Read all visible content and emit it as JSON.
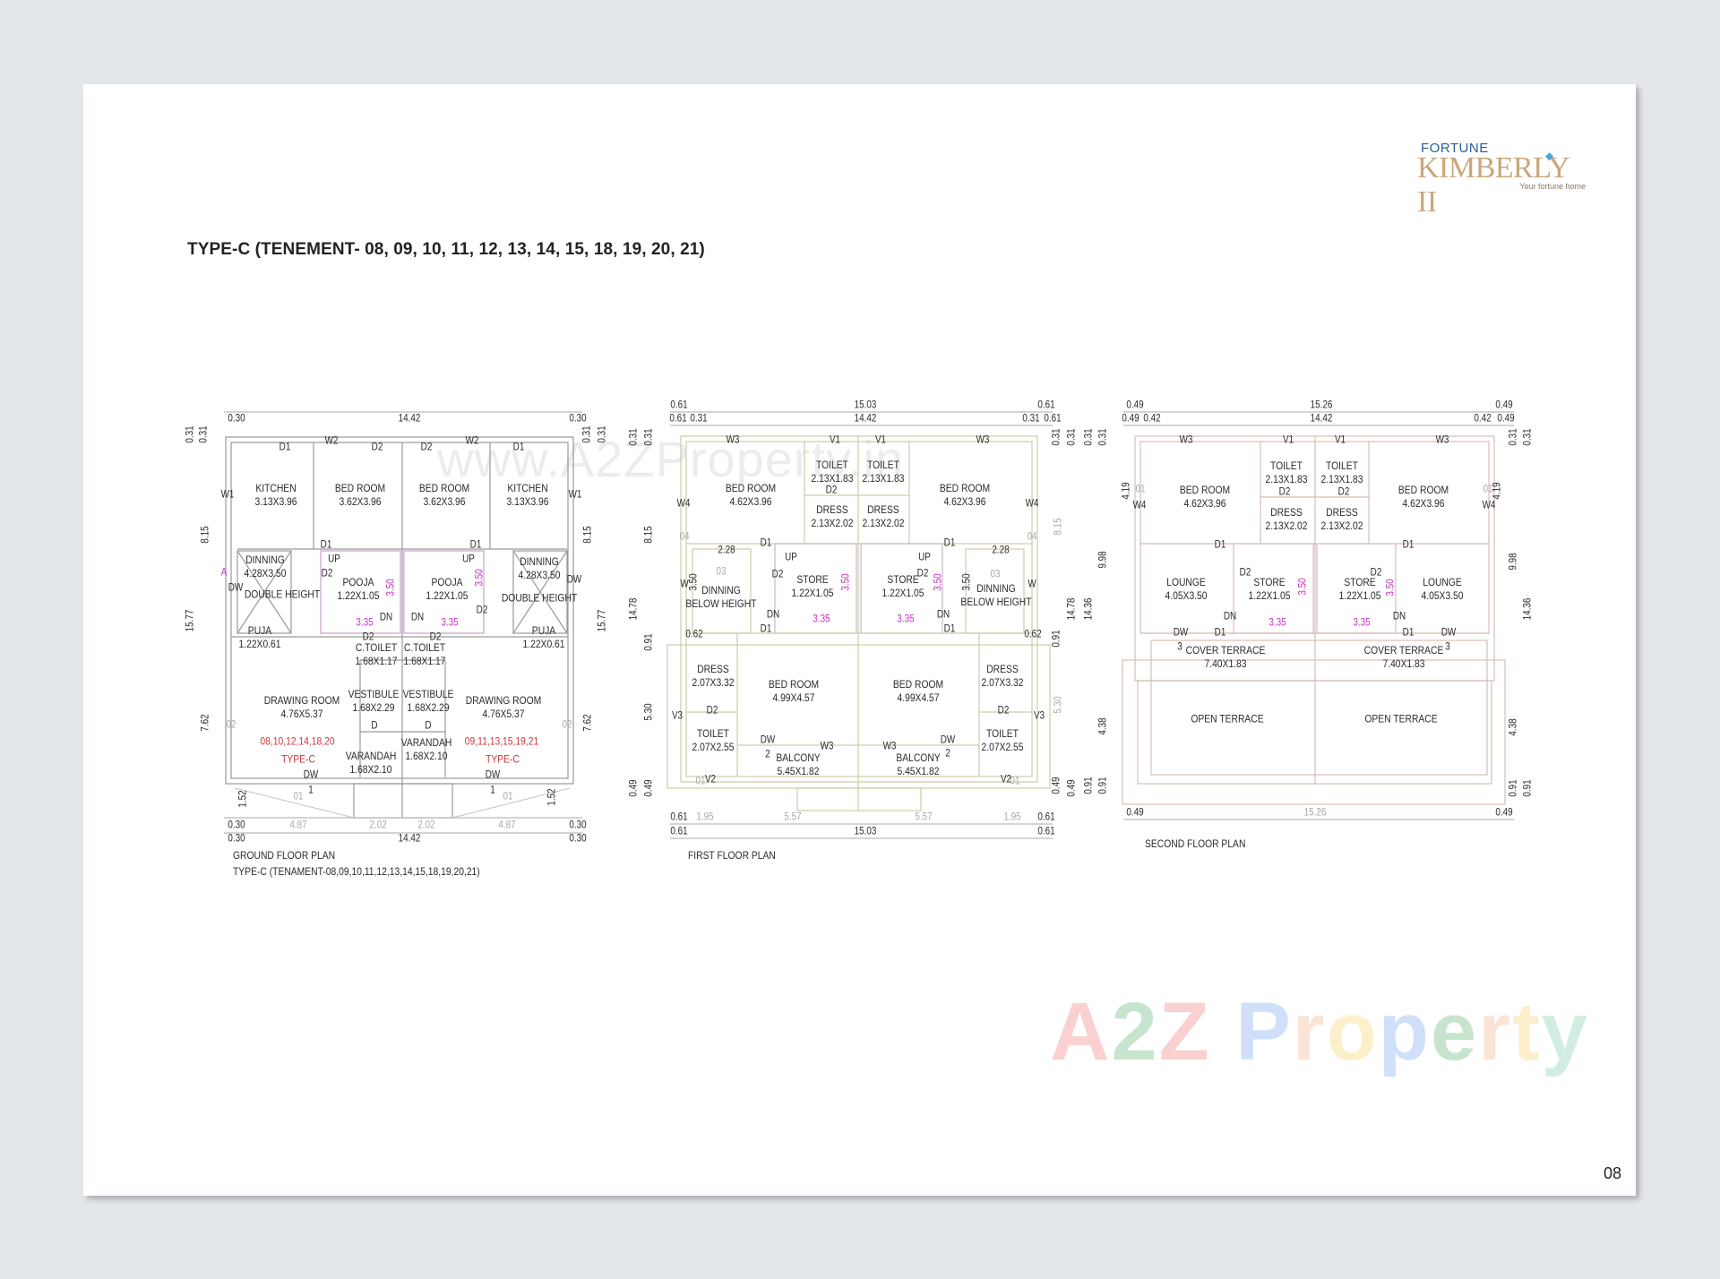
{
  "page": {
    "title": "TYPE-C (TENEMENT- 08, 09, 10, 11, 12, 13, 14, 15, 18, 19, 20, 21)",
    "page_number": "08"
  },
  "logo": {
    "top": "FORTUNE",
    "main": "KIMBERLY II",
    "tagline": "Your fortune home"
  },
  "watermarks": {
    "site": "www.A2ZProperty.in",
    "brand": "A2Z Property"
  },
  "colors": {
    "page_bg": "#e4e7ea",
    "ground_walls": "#9a9a9a",
    "first_walls": "#cfcca6",
    "second_walls": "#d8bdb3",
    "dimension_magenta": "#c231c2",
    "unit_red": "#c8383a"
  },
  "plans": {
    "ground": {
      "caption": "GROUND FLOOR PLAN",
      "subcaption": "TYPE-C (TENAMENT-08,09,10,11,12,13,14,15,18,19,20,21)",
      "rooms": [
        "KITCHEN\n3.13X3.96",
        "BED ROOM\n3.62X3.96",
        "BED ROOM\n3.62X3.96",
        "KITCHEN\n3.13X3.96",
        "DINNING\n4.28X3.50",
        "DOUBLE HEIGHT",
        "DINNING\n4.28X3.50",
        "DOUBLE HEIGHT",
        "POOJA\n1.22X1.05",
        "POOJA\n1.22X1.05",
        "PUJA\n1.22X0.61",
        "PUJA\n1.22X0.61",
        "C.TOILET\n1.68X1.17",
        "C.TOILET\n1.68X1.17",
        "VESTIBULE\n1.68X2.29",
        "VESTIBULE\n1.68X2.29",
        "DRAWING ROOM\n4.76X5.37",
        "DRAWING ROOM\n4.76X5.37",
        "08,10,12,14,18,20",
        "TYPE-C",
        "09,11,13,15,19,21",
        "TYPE-C",
        "VARANDAH\n1.68X2.10",
        "VARANDAH\n1.68X2.10"
      ],
      "marks": [
        "D1",
        "W2",
        "D2",
        "D2",
        "W2",
        "D1",
        "W1",
        "W1",
        "D1",
        "D1",
        "UP",
        "UP",
        "A",
        "DW",
        "D2",
        "D2",
        "DW",
        "DN",
        "DN",
        "3.35",
        "3.35",
        "3.50",
        "3.50",
        "D2",
        "D2",
        "D",
        "D",
        "DW",
        "DW",
        "1",
        "1",
        "02",
        "02",
        "01",
        "01"
      ],
      "dims": [
        "0.30",
        "14.42",
        "0.30",
        "0.31",
        "0.31",
        "8.15",
        "15.77",
        "7.62",
        "1.52",
        "0.31",
        "0.31",
        "8.15",
        "15.77",
        "7.62",
        "1.52",
        "0.30",
        "4.87",
        "2.02",
        "2.02",
        "4.87",
        "0.30",
        "0.30",
        "14.42",
        "0.30"
      ]
    },
    "first": {
      "caption": "FIRST FLOOR PLAN",
      "rooms": [
        "BED ROOM\n4.62X3.96",
        "BED ROOM\n4.62X3.96",
        "TOILET\n2.13X1.83",
        "TOILET\n2.13X1.83",
        "DRESS\n2.13X2.02",
        "DRESS\n2.13X2.02",
        "DINNING\nBELOW HEIGHT",
        "DINNING\nBELOW HEIGHT",
        "STORE\n1.22X1.05",
        "STORE\n1.22X1.05",
        "DRESS\n2.07X3.32",
        "DRESS\n2.07X3.32",
        "BED ROOM\n4.99X4.57",
        "BED ROOM\n4.99X4.57",
        "TOILET\n2.07X2.55",
        "TOILET\n2.07X2.55",
        "BALCONY\n5.45X1.82",
        "BALCONY\n5.45X1.82"
      ],
      "marks": [
        "W3",
        "V1",
        "V1",
        "W3",
        "D2",
        "W4",
        "W4",
        "04",
        "04",
        "D1",
        "D1",
        "2.28",
        "2.28",
        "03",
        "03",
        "UP",
        "UP",
        "D2",
        "D2",
        "W",
        "W",
        "3.50",
        "3.50",
        "3.50",
        "3.50",
        "DN",
        "DN",
        "3.35",
        "3.35",
        "D1",
        "D1",
        "0.62",
        "0.62",
        "D2",
        "D2",
        "V3",
        "V3",
        "DW",
        "DW",
        "2",
        "2",
        "W3",
        "W3",
        "V2",
        "V2",
        "01",
        "01"
      ],
      "dims": [
        "0.61",
        "15.03",
        "0.61",
        "0.61",
        "0.31",
        "14.42",
        "0.31",
        "0.61",
        "0.31",
        "0.31",
        "8.15",
        "14.78",
        "0.91",
        "5.30",
        "0.49",
        "0.49",
        "0.31",
        "0.31",
        "8.15",
        "14.78",
        "0.91",
        "5.30",
        "0.49",
        "0.49",
        "0.61",
        "1.95",
        "5.57",
        "5.57",
        "1.95",
        "0.61",
        "0.61",
        "15.03",
        "0.61"
      ]
    },
    "second": {
      "caption": "SECOND FLOOR PLAN",
      "rooms": [
        "BED ROOM\n4.62X3.96",
        "BED ROOM\n4.62X3.96",
        "TOILET\n2.13X1.83",
        "TOILET\n2.13X1.83",
        "DRESS\n2.13X2.02",
        "DRESS\n2.13X2.02",
        "LOUNGE\n4.05X3.50",
        "LOUNGE\n4.05X3.50",
        "STORE\n1.22X1.05",
        "STORE\n1.22X1.05",
        "COVER TERRACE\n7.40X1.83",
        "COVER TERRACE\n7.40X1.83",
        "OPEN TERRACE",
        "OPEN TERRACE"
      ],
      "marks": [
        "W3",
        "V1",
        "V1",
        "W3",
        "D2",
        "D2",
        "01",
        "01",
        "W4",
        "W4",
        "D1",
        "D1",
        "D2",
        "D2",
        "3.50",
        "3.50",
        "DN",
        "DN",
        "3.35",
        "3.35",
        "DW",
        "D1",
        "D1",
        "DW",
        "3",
        "3"
      ],
      "dims": [
        "0.49",
        "15.26",
        "0.49",
        "0.49",
        "0.42",
        "14.42",
        "0.42",
        "0.49",
        "4.19",
        "4.19",
        "0.31",
        "0.31",
        "9.98",
        "14.36",
        "4.38",
        "0.91",
        "0.91",
        "0.31",
        "0.31",
        "9.98",
        "14.36",
        "4.38",
        "0.91",
        "0.91",
        "0.49",
        "15.26",
        "0.49"
      ]
    }
  }
}
